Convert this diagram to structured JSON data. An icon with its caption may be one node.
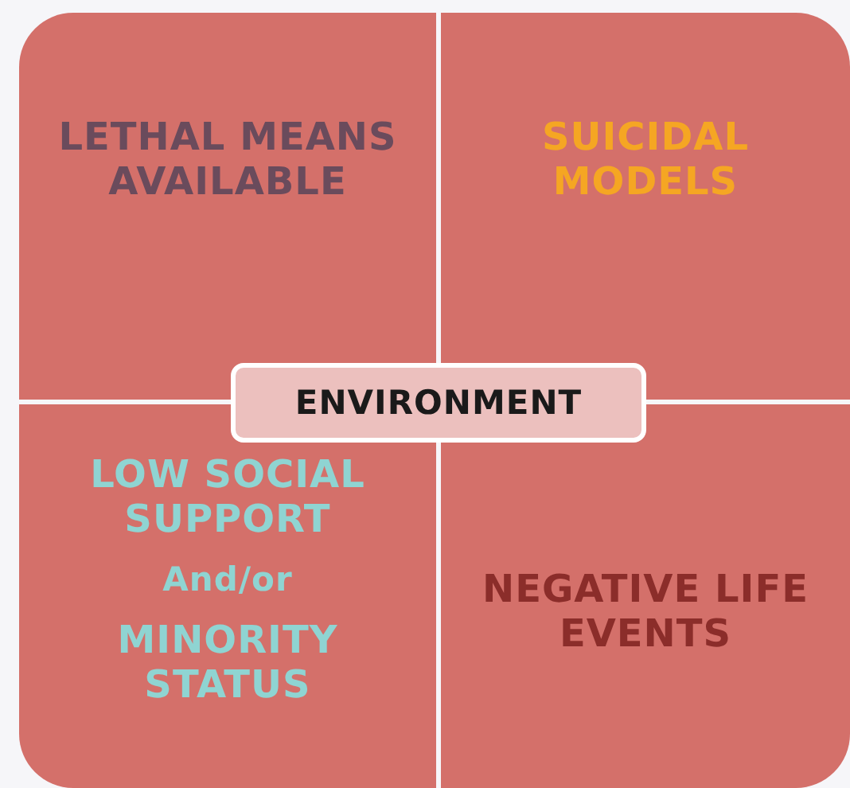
{
  "diagram": {
    "nodes": [
      {
        "text": [
          "LETHAL MEANS AVAILABLE"
        ]
      },
      {
        "text": [
          "SUICIDAL MODELS"
        ]
      },
      {
        "text": [
          "ENVIRONMENT"
        ]
      },
      {
        "text": [
          "LOW SOCIAL SUPPORT",
          "And/or",
          "MINORITY STATUS"
        ]
      },
      {
        "text": [
          "NEGATIVE LIFE EVENTS"
        ]
      }
    ]
  }
}
